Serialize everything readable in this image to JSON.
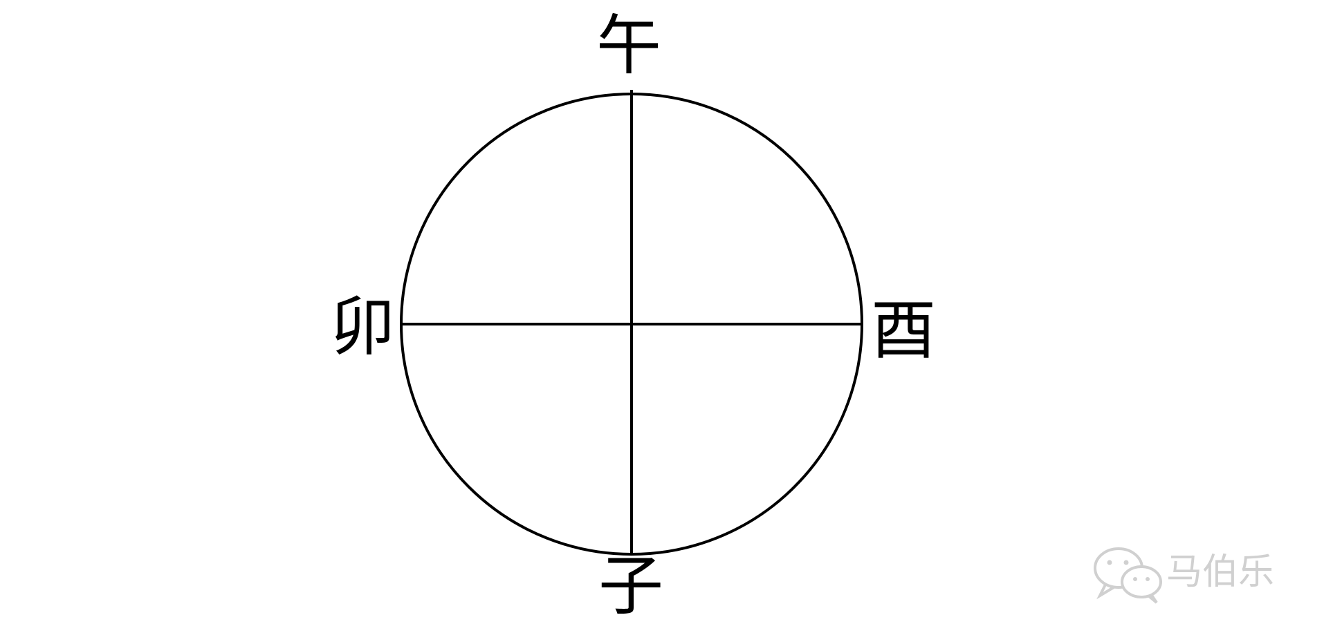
{
  "diagram": {
    "labels": {
      "top": "午",
      "bottom": "子",
      "left": "卯",
      "right": "酉"
    },
    "stroke_color": "#000000"
  },
  "watermark": {
    "text": "马伯乐",
    "icon": "wechat-icon",
    "color": "#d0d0d0"
  }
}
